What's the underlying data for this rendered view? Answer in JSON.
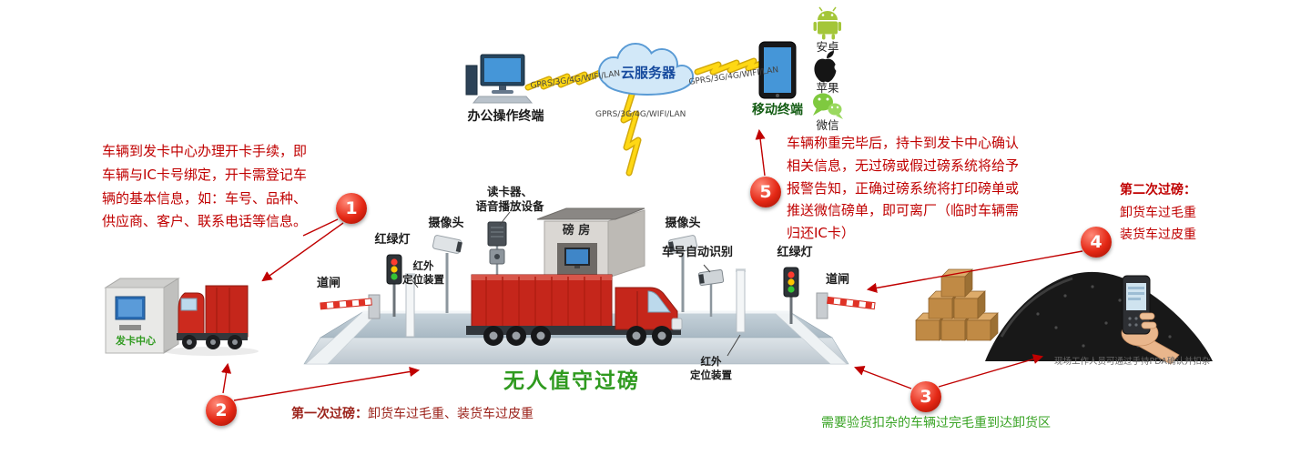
{
  "palette": {
    "accent_red": "#c00000",
    "badge_red": "#e42815",
    "green": "#2f9a1f",
    "bolt_yellow": "#ffd814",
    "cloud_blue": "#d2e8f8"
  },
  "cloud": {
    "label": "云服务器"
  },
  "office": {
    "label": "办公操作终端"
  },
  "mobile": {
    "label": "移动终端"
  },
  "network": {
    "left": "GPRS/3G/4G/WIFI/LAN",
    "middle": "GPRS/3G/4G/WIFI/LAN",
    "right": "GPRS/3G/4G/WIFI/LAN"
  },
  "apps": [
    {
      "name": "android",
      "label": "安卓"
    },
    {
      "name": "apple",
      "label": "苹果"
    },
    {
      "name": "wechat",
      "label": "微信"
    }
  ],
  "steps": {
    "s1": {
      "number": "1",
      "text": "车辆到发卡中心办理开卡手续，即车辆与IC卡号绑定，开卡需登记车辆的基本信息，如：车号、品种、供应商、客户、联系电话等信息。"
    },
    "s2": {
      "number": "2",
      "bold": "第一次过磅：",
      "text": "卸货车过毛重、装货车过皮重"
    },
    "s3": {
      "number": "3",
      "note": "需要验货扣杂的车辆过完毛重到达卸货区"
    },
    "s4": {
      "number": "4",
      "bold": "第二次过磅：",
      "line1": "卸货车过毛重",
      "line2": "装货车过皮重"
    },
    "s5": {
      "number": "5",
      "text": "车辆称重完毕后，持卡到发卡中心确认相关信息，无过磅或假过磅系统将给予报警告知，正确过磅系统将打印磅单或推送微信磅单，即可离厂（临时车辆需归还IC卡）"
    }
  },
  "site": {
    "title": "无人值守过磅",
    "card_center": "发卡中心",
    "camera_left": "摄像头",
    "camera_right": "摄像头",
    "reader_line1": "读卡器、",
    "reader_line2": "语音播放设备",
    "weigh_house": "磅 房",
    "plate_recognition": "车号自动识别",
    "light_left": "红绿灯",
    "light_right": "红绿灯",
    "barrier_left": "道闸",
    "barrier_right": "道闸",
    "infrared_l1": "红外",
    "infrared_l2": "定位装置",
    "infrared_r1": "红外",
    "infrared_r2": "定位装置",
    "pda_note": "现场工作人员可通过手持PDA确认并扣杂"
  }
}
